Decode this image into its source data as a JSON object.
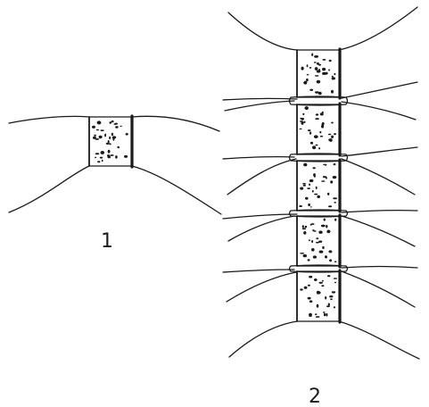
{
  "figures": [
    {
      "label": "1",
      "segments": 1
    },
    {
      "label": "2",
      "segments": 5
    }
  ],
  "colors": {
    "ink": "#1a1a1a",
    "background": "#ffffff"
  }
}
